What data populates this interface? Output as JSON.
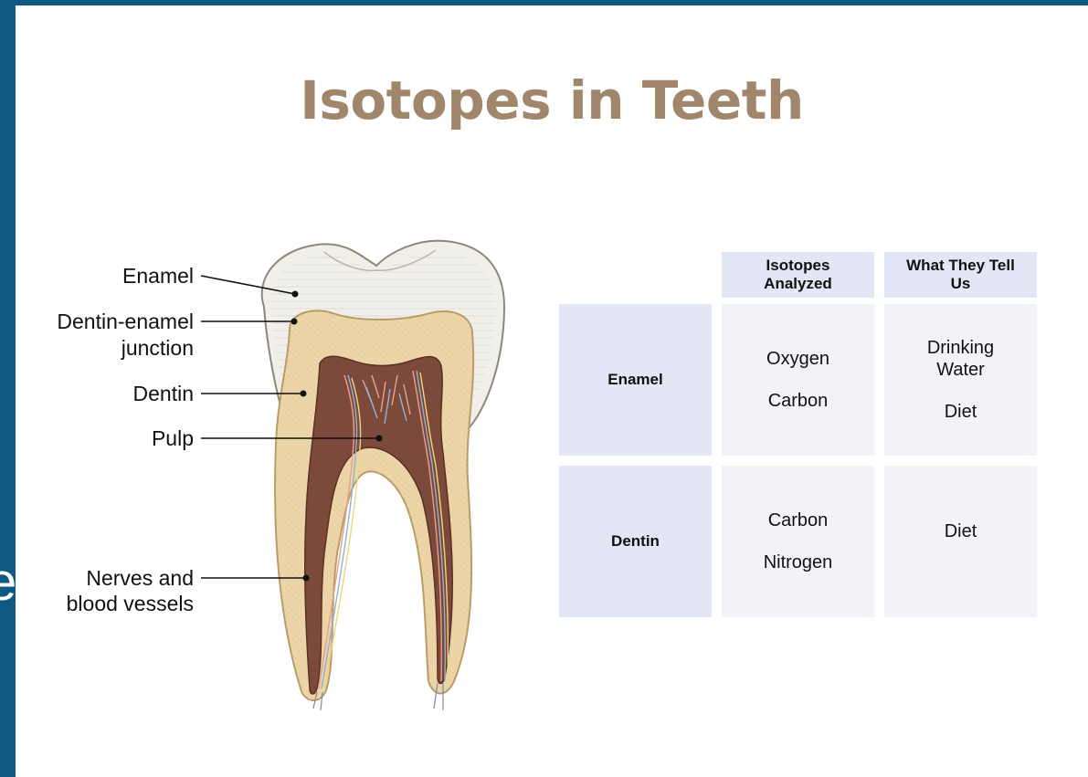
{
  "title": "Isotopes in Teeth",
  "edge_letter": "e",
  "diagram": {
    "labels": {
      "enamel": "Enamel",
      "dej_1": "Dentin-enamel",
      "dej_2": "junction",
      "dentin": "Dentin",
      "pulp": "Pulp",
      "nerves_1": "Nerves and",
      "nerves_2": "blood vessels"
    }
  },
  "table": {
    "col_headers": [
      "Isotopes Analyzed",
      "What They Tell Us"
    ],
    "rows": [
      {
        "label": "Enamel",
        "isotopes": [
          "Oxygen",
          "Carbon"
        ],
        "meaning": [
          "Drinking Water",
          "Diet"
        ]
      },
      {
        "label": "Dentin",
        "isotopes": [
          "Carbon",
          "Nitrogen"
        ],
        "meaning": [
          "Diet"
        ]
      }
    ]
  },
  "colors": {
    "background": "#0e5a85",
    "title": "#a0876b",
    "header_cell": "#e3e6f4",
    "body_cell": "#f2f3f9",
    "enamel": "#f1efe9",
    "dentin": "#ecd5a9",
    "pulp": "#7c4a3a"
  }
}
